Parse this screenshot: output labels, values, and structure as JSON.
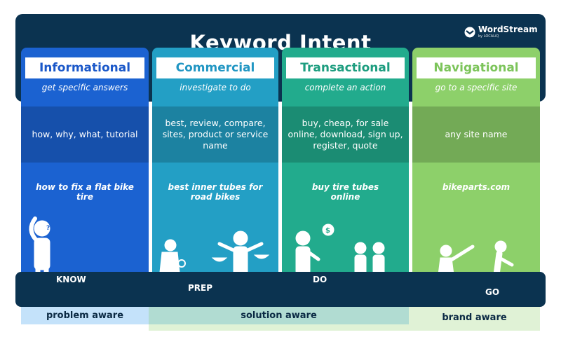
{
  "title": "Keyword Intent",
  "logo": {
    "name": "WordStream",
    "sub": "by LOCALiQ"
  },
  "columns": [
    {
      "name": "Informational",
      "tagline": "get specific answers",
      "modifiers": "how, why, what, tutorial",
      "example": "how to fix a flat bike tire",
      "stage": "KNOW",
      "color": "#1b62d1",
      "name_color": "#1b58c9"
    },
    {
      "name": "Commercial",
      "tagline": "investigate to do",
      "modifiers": "best, review, compare, sites, product or service name",
      "example": "best inner tubes for road bikes",
      "stage": "PREP",
      "color": "#239fc5",
      "name_color": "#2196c3"
    },
    {
      "name": "Transactional",
      "tagline": "complete an action",
      "modifiers": "buy, cheap, for sale online, download, sign up, register, quote",
      "example": "buy tire tubes online",
      "stage": "DO",
      "color": "#22ab8d",
      "name_color": "#1d9d7f"
    },
    {
      "name": "Navigational",
      "tagline": "go to a specific site",
      "modifiers": "any site name",
      "example": "bikeparts.com",
      "stage": "GO",
      "color": "#8dd06a",
      "name_color": "#7cc45a"
    }
  ],
  "awareness": {
    "problem": "problem aware",
    "solution": "solution aware",
    "brand": "brand aware"
  }
}
